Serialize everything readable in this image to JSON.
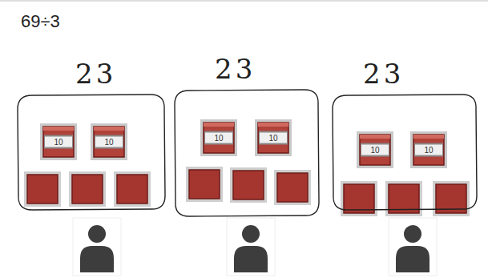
{
  "diagram": {
    "title": "69÷3",
    "nodes": [
      {
        "text": [
          "23"
        ]
      },
      {
        "text": [
          "10"
        ],
        "in": 0
      },
      {
        "text": [
          "10"
        ],
        "in": 0
      },
      {
        "text": [
          "23"
        ]
      },
      {
        "text": [
          "10"
        ],
        "in": 3
      },
      {
        "text": [
          "10"
        ],
        "in": 3
      },
      {
        "text": [
          "23"
        ]
      },
      {
        "text": [
          "10"
        ],
        "in": 6
      },
      {
        "text": [
          "10"
        ],
        "in": 6
      }
    ]
  }
}
